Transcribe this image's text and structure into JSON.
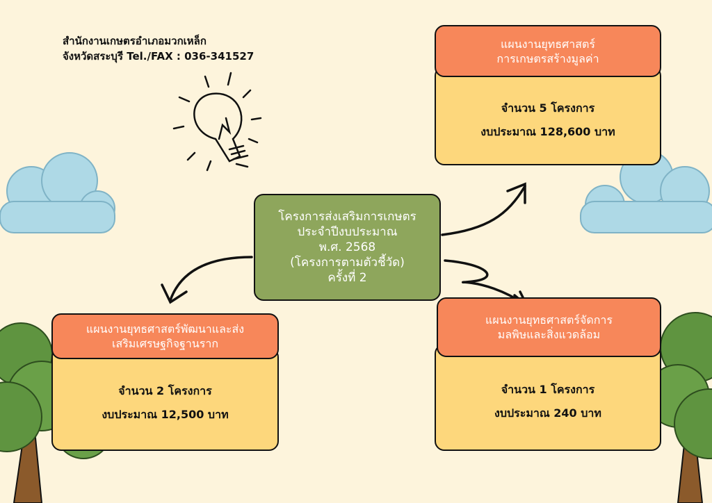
{
  "office": {
    "line1": "สำนักงานเกษตรอำเภอมวกเหล็ก",
    "line2": "จังหวัดสระบุรี Tel./FAX : 036-341527"
  },
  "center": {
    "lines": [
      "โครงการส่งเสริมการเกษตร",
      "ประจำปีงบประมาณ",
      "พ.ศ. 2568",
      "(โครงการตามตัวชี้วัด)",
      "ครั้งที่ 2"
    ]
  },
  "plans": [
    {
      "title": [
        "แผนงานยุทธศาสตร์",
        "การเกษตรสร้างมูลค่า"
      ],
      "count": "จำนวน 5 โครงการ",
      "budget": "งบประมาณ 128,600 บาท"
    },
    {
      "title": [
        "แผนงานยุทธศาสตร์พัฒนาและส่ง",
        "เสริมเศรษฐกิจฐานราก"
      ],
      "count": "จำนวน 2 โครงการ",
      "budget": "งบประมาณ 12,500 บาท"
    },
    {
      "title": [
        "แผนงานยุทธศาสตร์จัดการ",
        "มลพิษและสิ่งแวดล้อม"
      ],
      "count": "จำนวน 1 โครงการ",
      "budget": "งบประมาณ 240 บาท"
    }
  ],
  "colors": {
    "background": "#fdf4dc",
    "header": "#f7875a",
    "body": "#fdd77c",
    "center": "#8ea65c",
    "cloud": "#aed9e6",
    "tree": "#5a8a3a"
  }
}
